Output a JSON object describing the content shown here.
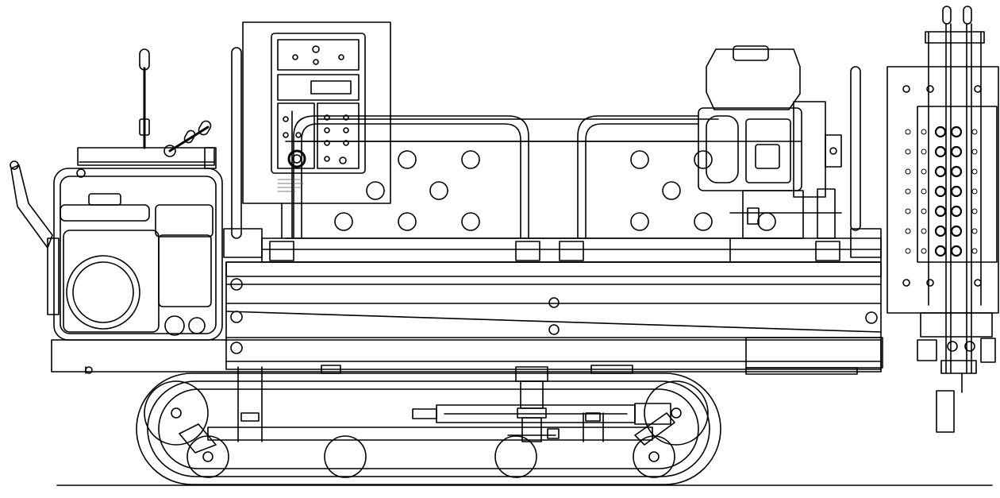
{
  "drawing": {
    "subject": "",
    "line_color": "#000000",
    "background": "#ffffff",
    "detail_color": "#555555"
  },
  "control_panel": {
    "buttons": 3,
    "labels": [
      "",
      "",
      ""
    ]
  },
  "valve_bank": {
    "levers": 7
  },
  "frame": {
    "hole_rows": 2
  }
}
